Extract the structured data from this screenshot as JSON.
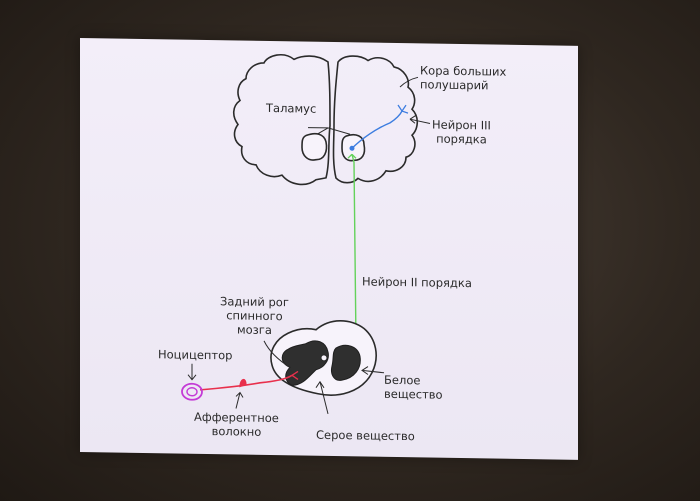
{
  "labels": {
    "cortex": [
      "Кора больших",
      "полушарий"
    ],
    "thalamus": "Таламус",
    "neuron3": [
      "Нейрон III",
      "порядка"
    ],
    "neuron2": "Нейрон II порядка",
    "dorsal_horn": [
      "Задний рог",
      "спинного",
      "мозга"
    ],
    "nociceptor": "Ноцицептор",
    "white_matter": [
      "Белое",
      "вещество"
    ],
    "afferent_fiber": [
      "Афферентное",
      "волокно"
    ],
    "gray_matter": "Серое вещество"
  },
  "colors": {
    "outline": "#2b2b2b",
    "neuron3": "#3d7de0",
    "neuron2": "#63d25a",
    "afferent": "#e8304c",
    "nociceptor": "#c43ad6",
    "slide_bg": "#efeaf6",
    "projector_room": "#2e2620"
  }
}
